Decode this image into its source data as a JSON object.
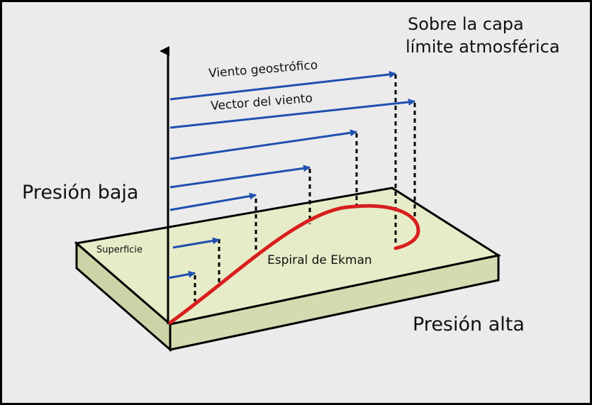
{
  "title": {
    "line1": "Sobre la capa",
    "line2": "límite atmosférica"
  },
  "labels": {
    "low_pressure": "Presión baja",
    "high_pressure": "Presión alta",
    "geostrophic_wind": "Viento geostrófico",
    "wind_vector": "Vector del viento",
    "ekman_spiral": "Espiral de Ekman",
    "surface": "Superficie"
  },
  "colors": {
    "wind_arrow": "#1f4fb0",
    "ekman_spiral": "#d81e1e",
    "surface_top": "#e7ecc8",
    "surface_side": "#cdd3a6",
    "background": "#ebebeb"
  }
}
